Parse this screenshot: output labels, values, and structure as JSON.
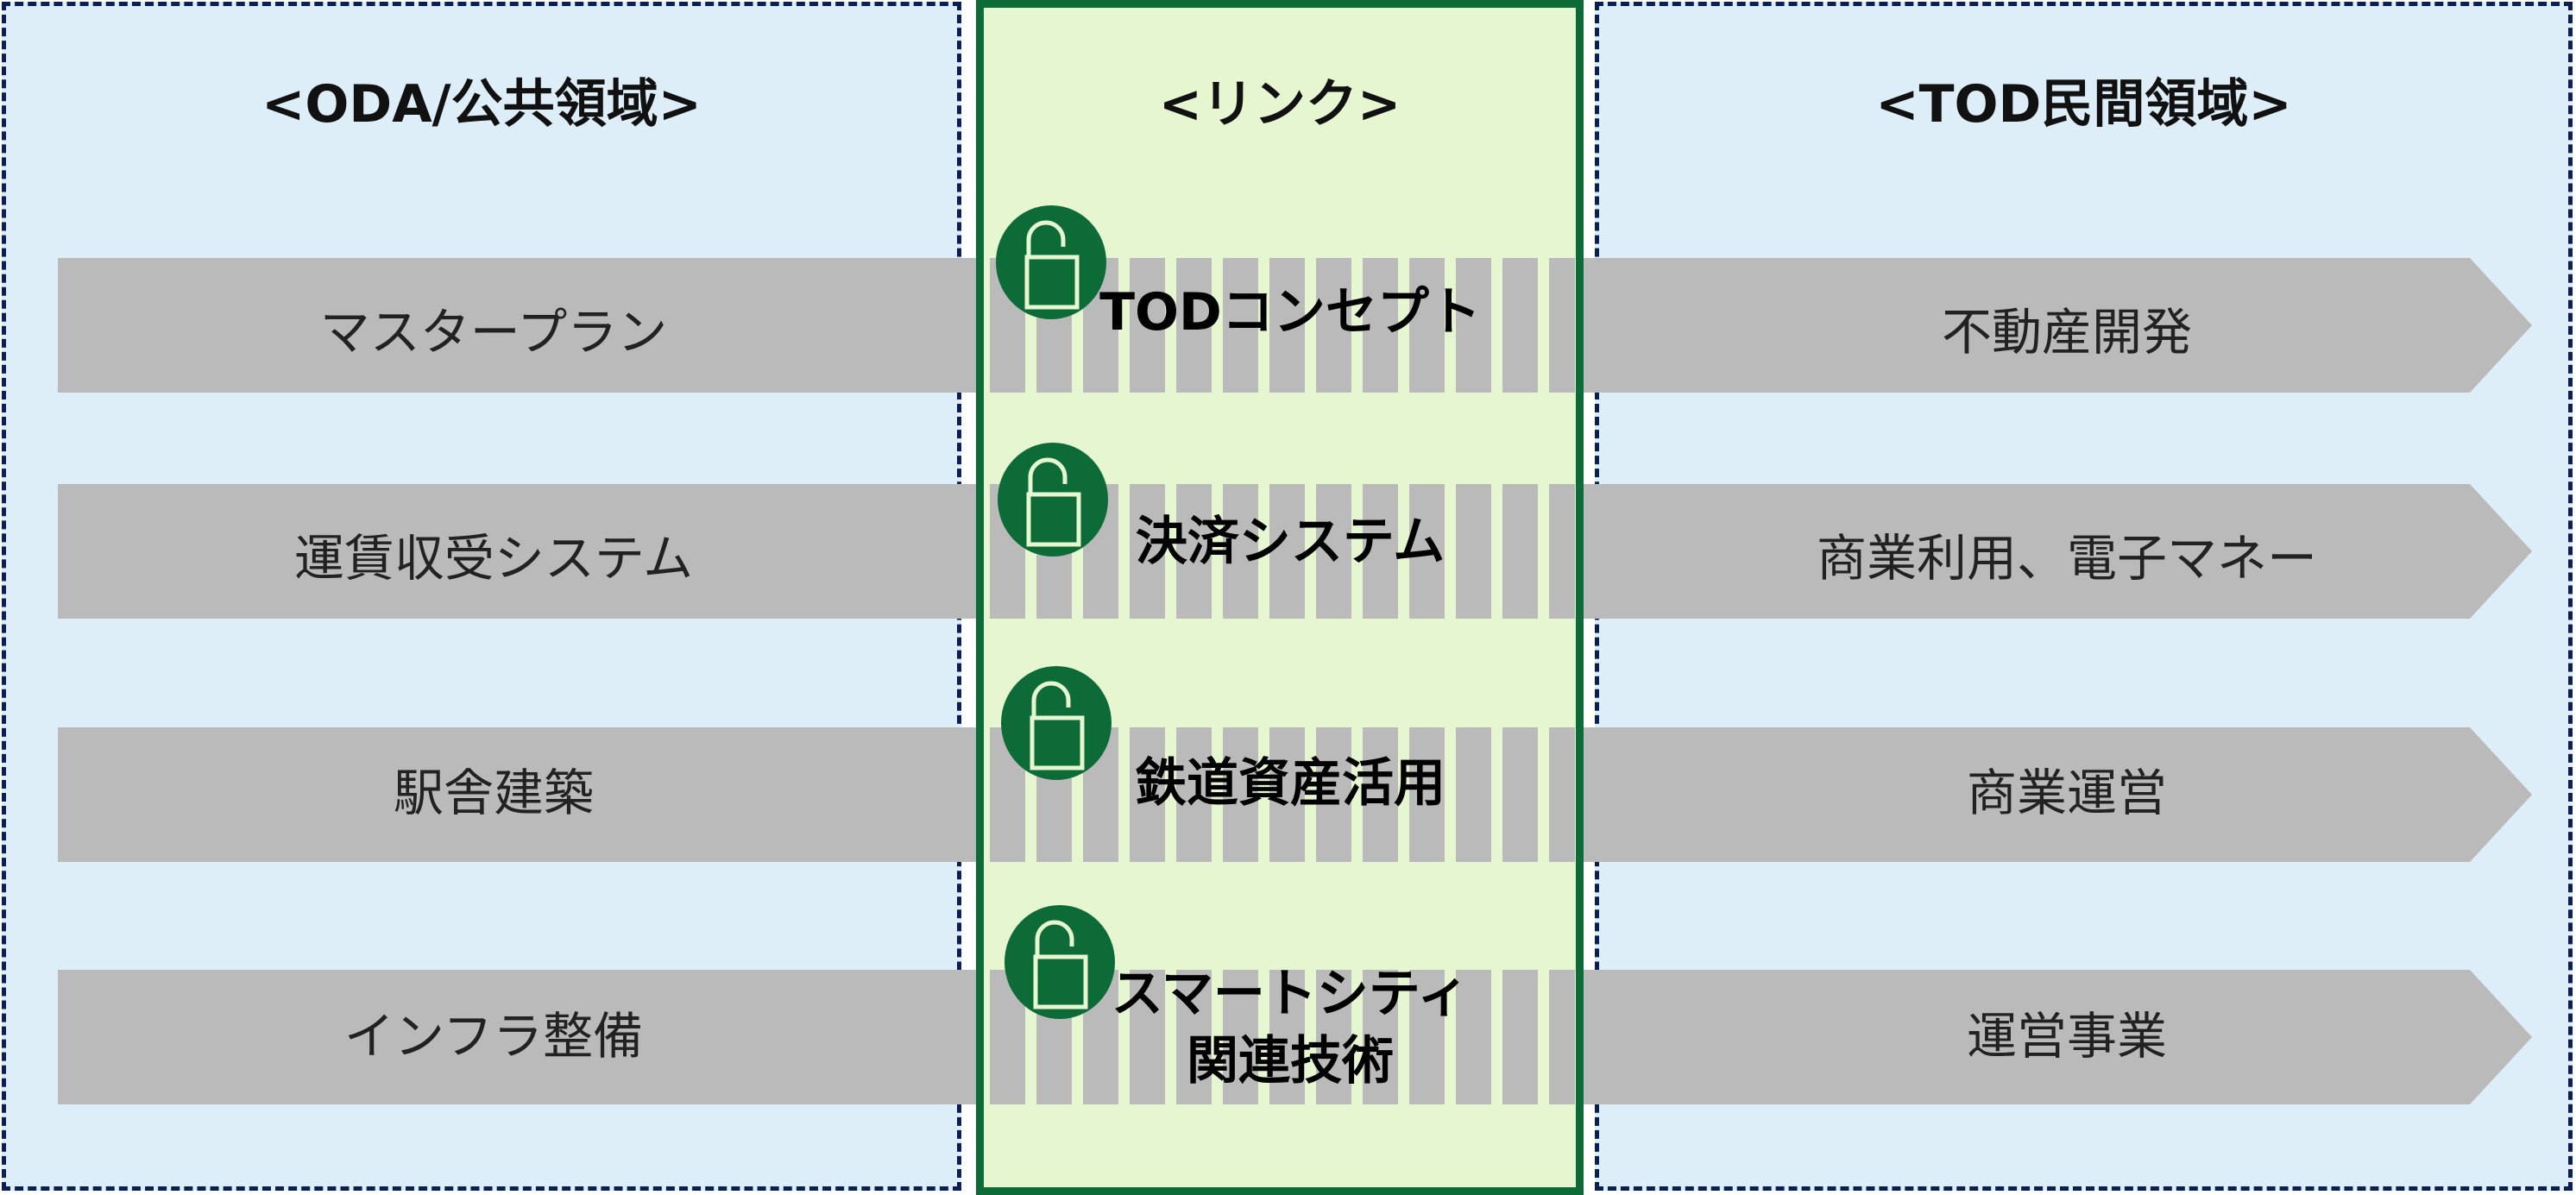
{
  "headers": {
    "left": "<ODA/公共領域>",
    "center": "<リンク>",
    "right": "<TOD民間領域>"
  },
  "rows": [
    {
      "left": "マスタープラン",
      "center": "TODコンセプト",
      "right": "不動産開発"
    },
    {
      "left": "運賃収受システム",
      "center": "決済システム",
      "right": "商業利用、電子マネー"
    },
    {
      "left": "駅舎建築",
      "center": "鉄道資産活用",
      "right": "商業運営"
    },
    {
      "left": "インフラ整備",
      "center": "スマートシティ",
      "center_line2": "関連技術",
      "right": "運営事業"
    }
  ],
  "colors": {
    "side_fill": "#ddeef9",
    "dash_border": "#0b1f55",
    "center_fill": "#e6f6d0",
    "center_border": "#0c6b36",
    "arrow": "#bababa",
    "lock": "#0c6b36"
  },
  "icons": {
    "lock": "unlocked-padlock-icon"
  }
}
